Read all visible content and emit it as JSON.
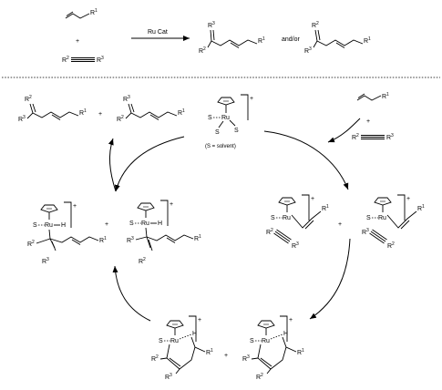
{
  "top": {
    "r1": "R",
    "plus": "+",
    "r2": "R",
    "r3": "R",
    "catalyst": "Ru Cat",
    "andor": "and/or"
  },
  "cycle": {
    "catalyst_plus": "+",
    "s_label": "S",
    "ru_label": "Ru",
    "solvent_note": "(S = solvent)",
    "hydride": "H",
    "plus": "+"
  },
  "superscripts": {
    "one": "1",
    "two": "2",
    "three": "3"
  }
}
